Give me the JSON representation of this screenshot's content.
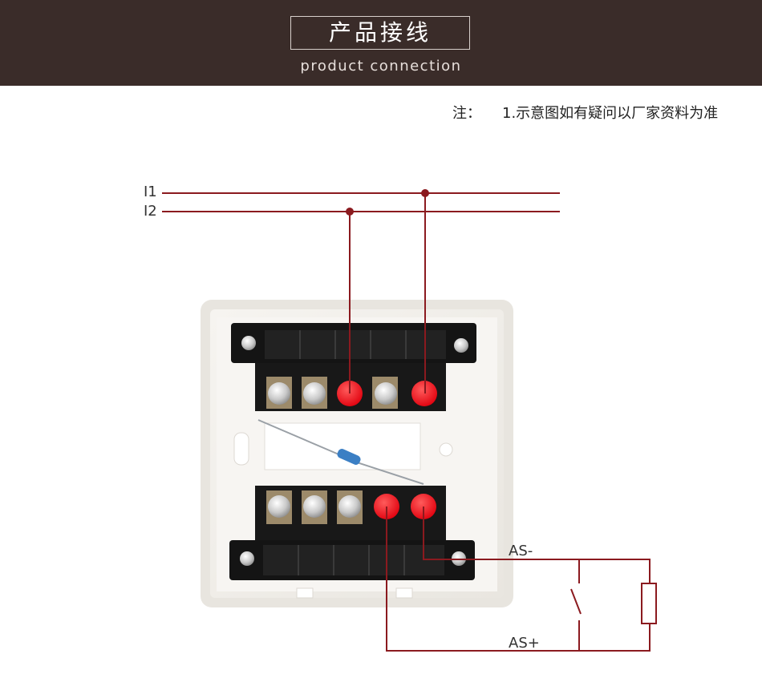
{
  "header": {
    "title": "产品接线",
    "subtitle": "product connection"
  },
  "note": {
    "label": "注：",
    "text": "1.示意图如有疑问以厂家资料为准"
  },
  "wiring": {
    "line_i1": "I1",
    "line_i2": "I2",
    "as_minus": "AS-",
    "as_plus": "AS+"
  },
  "colors": {
    "header_bg": "#3a2c29",
    "wire": "#8b1a1f",
    "terminal_marker": "#e8121a"
  }
}
